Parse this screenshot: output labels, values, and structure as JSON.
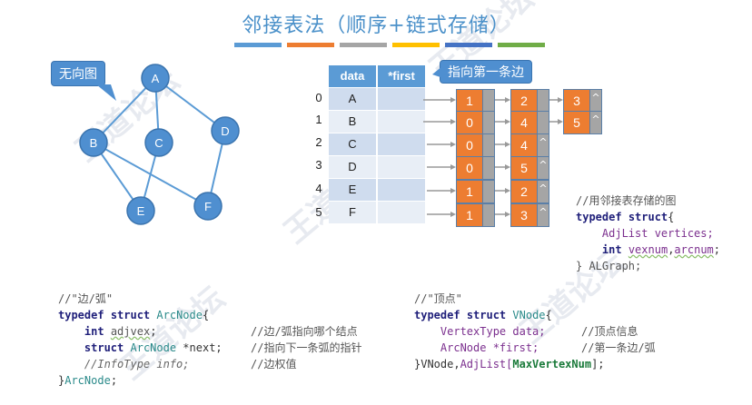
{
  "title": "邻接表法（顺序+链式存储）",
  "color_bars": [
    "#5b9bd5",
    "#ed7d31",
    "#a5a5a5",
    "#ffc000",
    "#4472c4",
    "#70ad47"
  ],
  "graph": {
    "callout": "无向图",
    "vertices": [
      "A",
      "B",
      "C",
      "D",
      "E",
      "F"
    ],
    "edges": [
      [
        "A",
        "B"
      ],
      [
        "A",
        "C"
      ],
      [
        "A",
        "D"
      ],
      [
        "B",
        "E"
      ],
      [
        "B",
        "F"
      ],
      [
        "C",
        "E"
      ],
      [
        "D",
        "F"
      ]
    ]
  },
  "table": {
    "headers": [
      "data",
      "*first"
    ],
    "callout": "指向第一条边",
    "rows": [
      {
        "index": "0",
        "data": "A",
        "list": [
          "1",
          "2",
          "3"
        ]
      },
      {
        "index": "1",
        "data": "B",
        "list": [
          "0",
          "4",
          "5"
        ]
      },
      {
        "index": "2",
        "data": "C",
        "list": [
          "0",
          "4"
        ]
      },
      {
        "index": "3",
        "data": "D",
        "list": [
          "0",
          "5"
        ]
      },
      {
        "index": "4",
        "data": "E",
        "list": [
          "1",
          "2"
        ]
      },
      {
        "index": "5",
        "data": "F",
        "list": [
          "1",
          "3"
        ]
      }
    ],
    "null_symbol": "^"
  },
  "code_algraph": {
    "comment": "//用邻接表存储的图",
    "kw_typedef": "typedef",
    "kw_struct": "struct",
    "brace_open": "{",
    "line_vertices_type": "AdjList",
    "line_vertices_name": " vertices;",
    "kw_int": "int",
    "line_vexnum": "vexnum",
    "comma": ",",
    "line_arcnum": "arcnum",
    "semicolon": ";",
    "close": "} ALGraph;"
  },
  "code_arcnode": {
    "comment": "//\"边/弧\"",
    "kw_typedef": "typedef",
    "kw_struct": "struct",
    "name": "ArcNode",
    "brace_open": "{",
    "kw_int": "int",
    "adjvex": "adjvex",
    "semicolon": ";",
    "next_type": "ArcNode",
    "next_name": " *next;",
    "info": "//InfoType info;",
    "close_brace": "}",
    "close_name": "ArcNode",
    "comments": [
      "//边/弧指向哪个结点",
      "//指向下一条弧的指针",
      "//边权值"
    ]
  },
  "code_vnode": {
    "comment": "//\"顶点\"",
    "kw_typedef": "typedef",
    "kw_struct": "struct",
    "name": "VNode",
    "brace_open": "{",
    "line_data": "VertexType data;",
    "line_first": "ArcNode *first;",
    "comments": [
      "//顶点信息",
      "//第一条边/弧"
    ],
    "close_a": "}VNode,",
    "close_b": "AdjList[",
    "close_c": "MaxVertexNum",
    "close_d": "];"
  },
  "watermark": "王道论坛"
}
